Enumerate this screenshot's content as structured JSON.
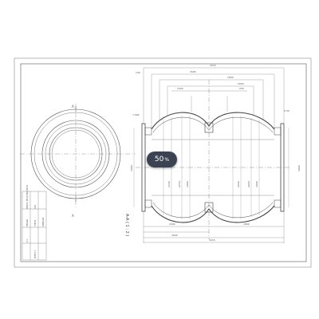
{
  "viewer": {
    "zoom_value": "50",
    "zoom_unit": "%"
  },
  "drawing": {
    "section_label": "A-A ( 1 : 2 )",
    "view_marker_top": "A",
    "view_marker_bottom": "A",
    "dims_top": [
      "3215",
      "1605",
      "1800",
      "2000",
      "250",
      "1000",
      "140",
      "7.000",
      "5.30"
    ],
    "dims_left": [
      "1090",
      "2346",
      "2250",
      "1960"
    ],
    "dims_right": [
      "3900",
      "2640",
      "2020",
      "1900"
    ],
    "dims_bottom": [
      "2300",
      "1860",
      "3000",
      "3215"
    ],
    "title_block_rows": [
      "DN400 PN16 HG/T2631",
      "XXX",
      "DESIGN",
      "CHECK",
      "APPROVE",
      "1:2",
      "SHEET 1"
    ]
  }
}
